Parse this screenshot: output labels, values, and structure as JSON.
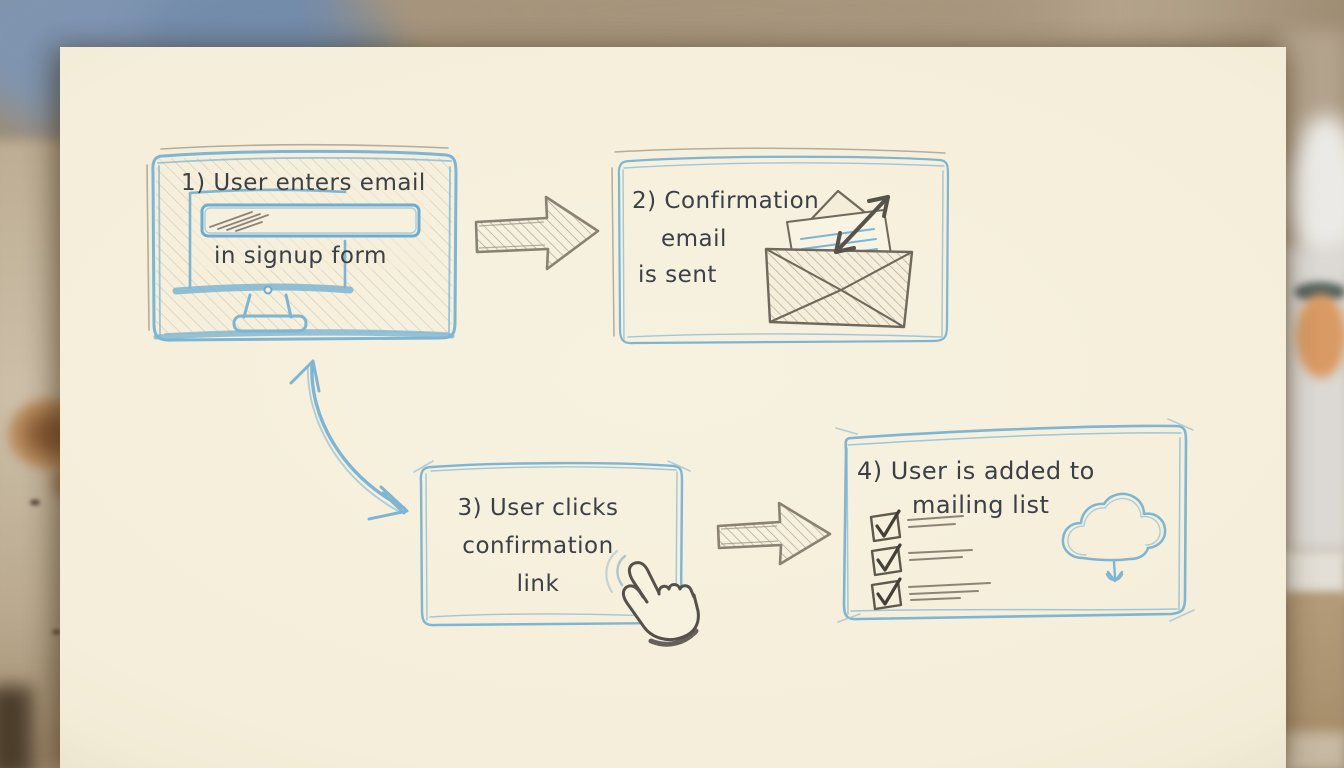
{
  "diagram": {
    "type": "flowchart",
    "style": "hand-drawn sketch on cream paper, photographed on a wooden desk",
    "steps": [
      {
        "id": "1",
        "lines": [
          "1) User enters email",
          "in signup form"
        ],
        "icon": "monitor-signup-form-icon"
      },
      {
        "id": "2",
        "lines": [
          "2) Confirmation",
          "email",
          "is sent"
        ],
        "icon": "envelope-outgoing-letter-icon"
      },
      {
        "id": "3",
        "lines": [
          "3) User clicks",
          "confirmation",
          "link"
        ],
        "icon": "hand-click-cursor-icon"
      },
      {
        "id": "4",
        "lines": [
          "4) User is added to",
          "mailing list"
        ],
        "icons": [
          "checklist-icon",
          "cloud-download-icon"
        ]
      }
    ],
    "connectors": [
      {
        "from": "1",
        "to": "2",
        "kind": "block-arrow-right"
      },
      {
        "from": "1",
        "to": "3",
        "kind": "curved-double-headed-arrow"
      },
      {
        "from": "3",
        "to": "4",
        "kind": "block-arrow-right"
      }
    ],
    "colors": {
      "paper": "#f5efdb",
      "ink": "#3b4046",
      "sketch_blue": "#7db5d3",
      "pencil_gray": "#8a8275",
      "dark_pencil": "#56534a"
    }
  }
}
